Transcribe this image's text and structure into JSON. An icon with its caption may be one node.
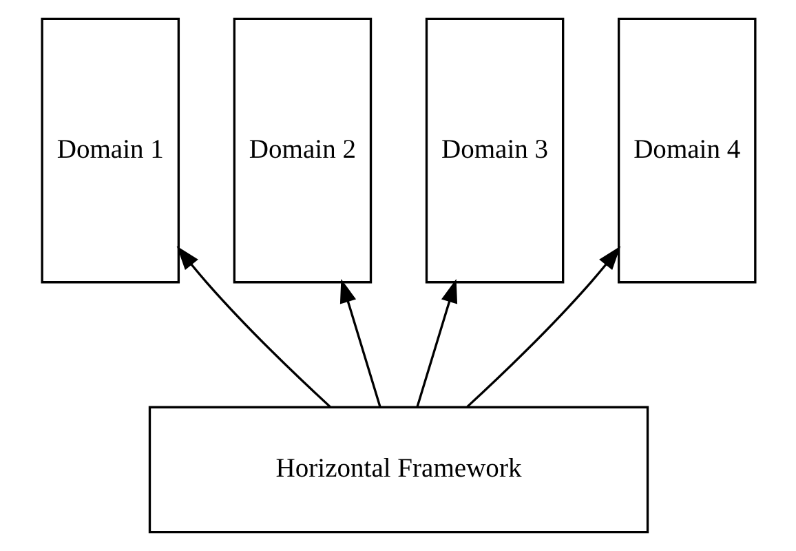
{
  "diagram": {
    "nodes": [
      {
        "text": [
          "Domain 1"
        ]
      },
      {
        "text": [
          "Domain 2"
        ]
      },
      {
        "text": [
          "Domain 3"
        ]
      },
      {
        "text": [
          "Domain 4"
        ]
      },
      {
        "text": [
          "Horizontal Framework"
        ]
      }
    ],
    "edges": [
      {
        "from": 4,
        "to": 0,
        "arrow": "to"
      },
      {
        "from": 4,
        "to": 1,
        "arrow": "to"
      },
      {
        "from": 4,
        "to": 2,
        "arrow": "to"
      },
      {
        "from": 4,
        "to": 3,
        "arrow": "to"
      }
    ]
  }
}
